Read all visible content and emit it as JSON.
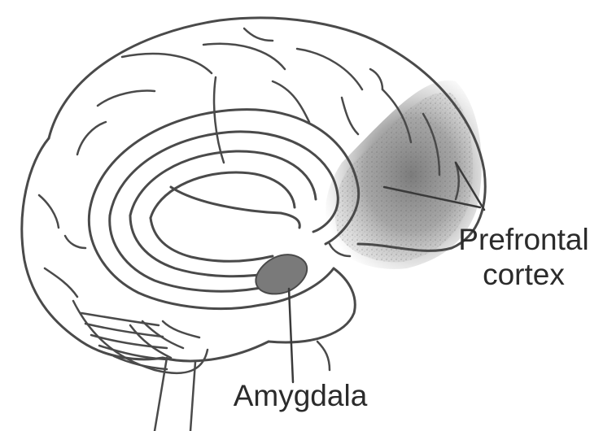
{
  "labels": {
    "prefrontal_line1": "Prefrontal",
    "prefrontal_line2": "cortex",
    "amygdala": "Amygdala"
  },
  "colors": {
    "outline": "#4a4a4a",
    "prefrontal_shade": "#8a8a8a",
    "amygdala_fill": "#7a7a7a",
    "background": "#ffffff"
  }
}
